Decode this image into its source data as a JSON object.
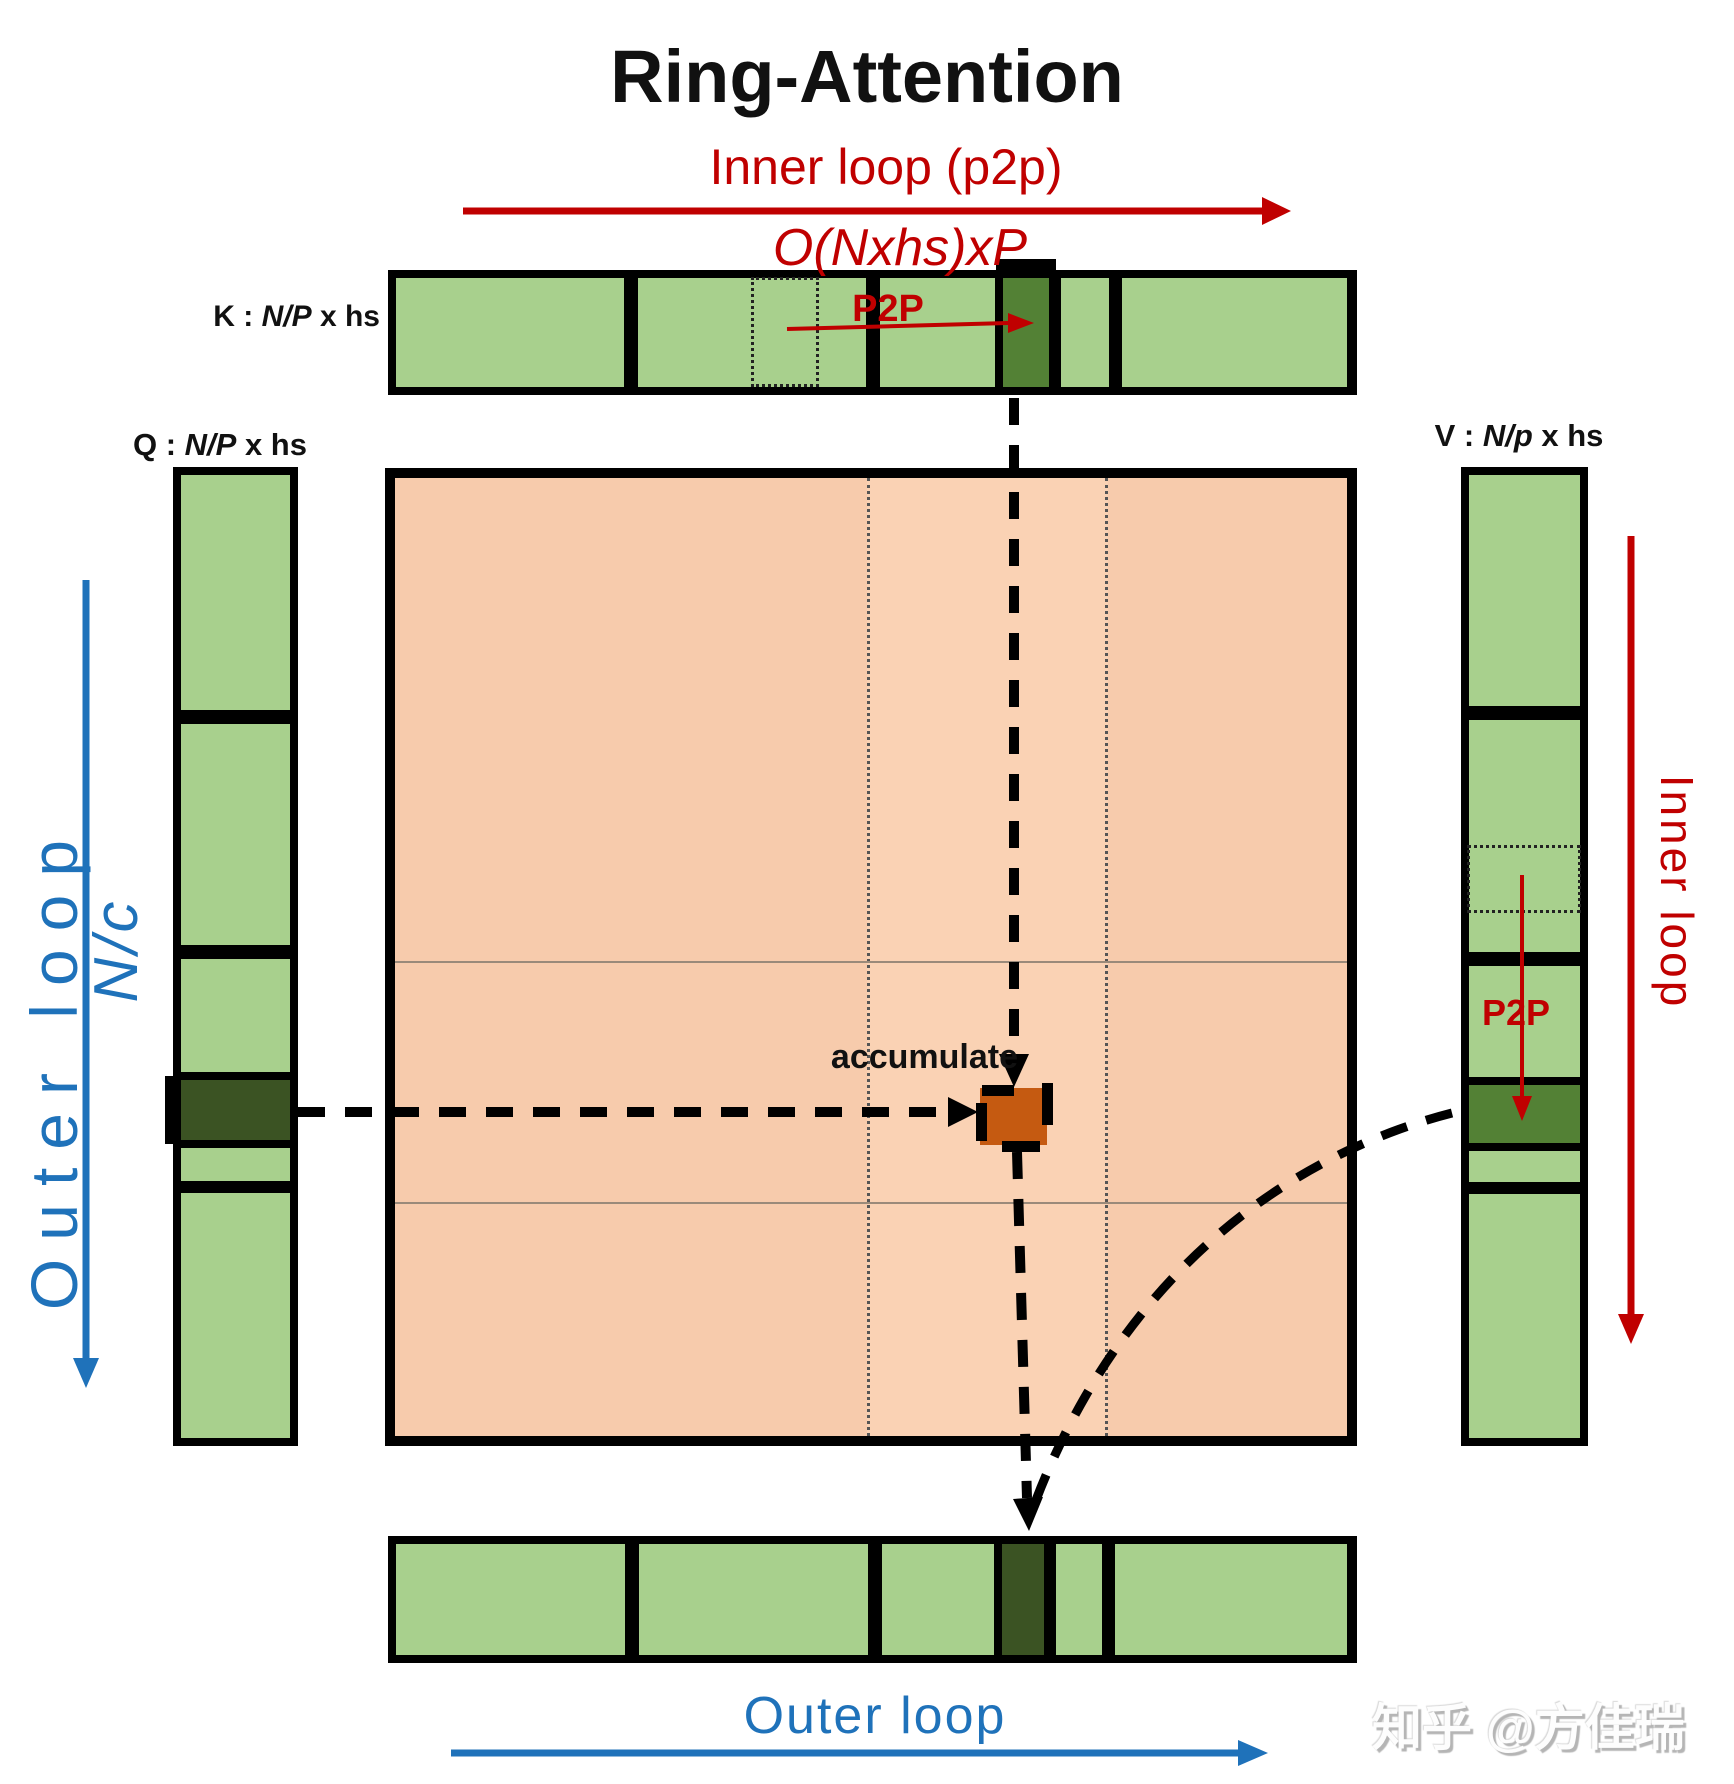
{
  "title": "Ring-Attention",
  "colors": {
    "red": "#c00000",
    "blue": "#1f72ba",
    "light_green": "#a8d08d",
    "olive_green": "#538135",
    "dark_green": "#3b5323",
    "peach": "#f7cbac",
    "peach_strip": "#fad2b4",
    "accumulate_orange": "#c55a11",
    "black": "#000000",
    "watermark_gray": "#b5b5b5"
  },
  "top": {
    "inner_loop_label": "Inner loop (p2p)",
    "complexity_label": "O(Nxhs)xP",
    "p2p_label": "P2P"
  },
  "tensors": {
    "k": {
      "prefix": "K : ",
      "dim": "N/P",
      "suffix": " x hs",
      "segments": 6,
      "active_segment": 4
    },
    "q": {
      "prefix": "Q : ",
      "dim": "N/P",
      "suffix": " x hs",
      "segments": 6,
      "active_segment": 4
    },
    "v": {
      "prefix": "V : ",
      "dim": "N/p",
      "suffix": " x hs",
      "segments": 6,
      "active_segment": 4,
      "p2p_label": "P2P"
    },
    "output": {
      "segments": 6,
      "active_segment": 4
    }
  },
  "left_axis": {
    "outer_loop_label": "Outer loop",
    "fraction_label": "N/c"
  },
  "right_axis": {
    "inner_loop_label": "Inner loop"
  },
  "bottom_axis": {
    "outer_loop_label": "Outer loop"
  },
  "center": {
    "accumulate_label": "accumulate"
  },
  "watermark": "知乎 @方佳瑞"
}
